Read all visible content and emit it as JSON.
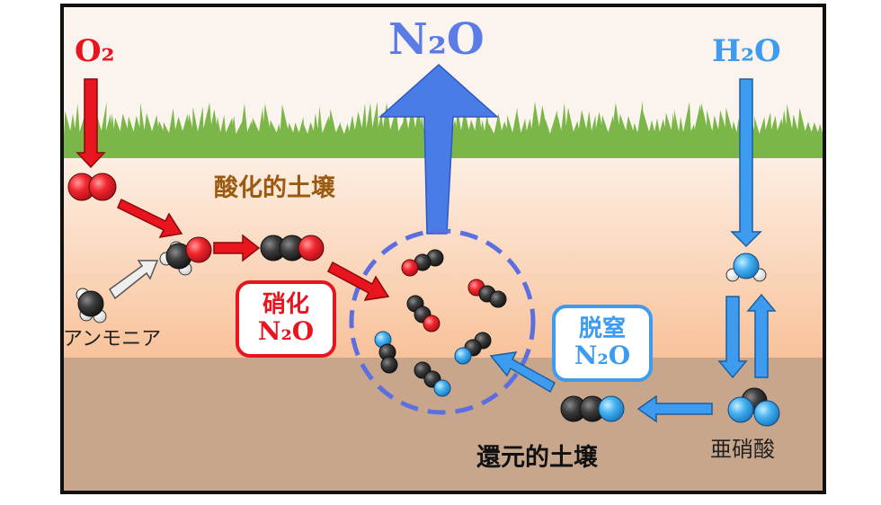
{
  "labels": {
    "o2": "O₂",
    "n2o_top": "N₂O",
    "h2o": "H₂O",
    "oxidative_soil": "酸化的土壌",
    "reducing_soil": "還元的土壌",
    "ammonia": "アンモニア",
    "nitrous_acid": "亜硝酸"
  },
  "nitrification_box": {
    "line1": "硝化",
    "line2": "N₂O"
  },
  "denitrification_box": {
    "line1": "脱窒",
    "line2": "N₂O"
  },
  "colors": {
    "red": "#e8141e",
    "blue": "#3d9bf0",
    "n2o_blue": "#5b7ce6",
    "brown": "#9a5a10",
    "sky": "#fbf4ee",
    "grass": "#7ab648",
    "soil_top": "#fde9da",
    "soil_mid": "#f9c7a3",
    "soil_bottom": "#c8a68c"
  }
}
